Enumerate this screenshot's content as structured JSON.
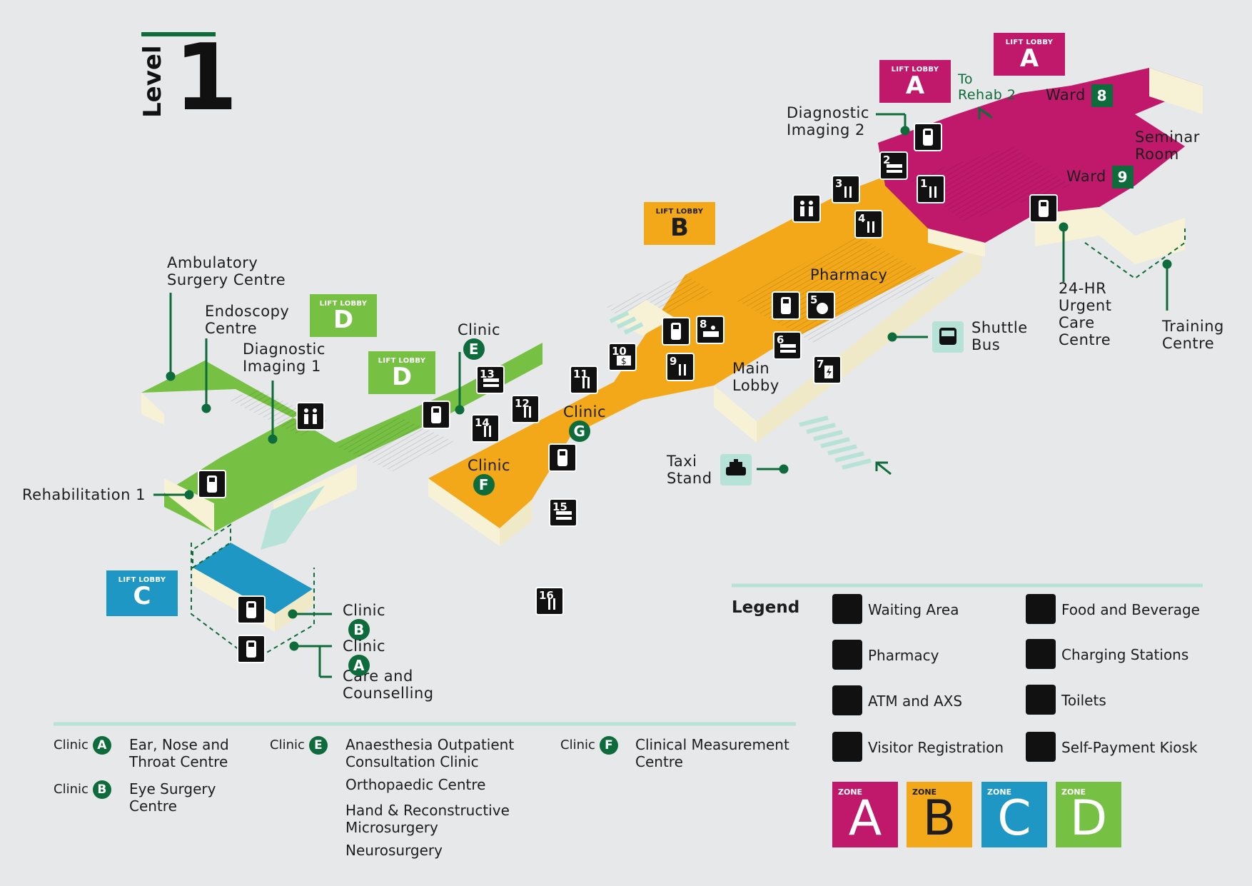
{
  "level": {
    "word": "Level",
    "number": "1"
  },
  "colors": {
    "zone_a": "#c0196b",
    "zone_b": "#f2a818",
    "zone_c": "#1f97c4",
    "zone_d": "#76c043",
    "accent_green": "#0e6b3b",
    "background": "#e7e8e9"
  },
  "lift_lobbies": [
    {
      "title": "LIFT LOBBY",
      "letter": "A"
    },
    {
      "title": "LIFT LOBBY",
      "letter": "A"
    },
    {
      "title": "LIFT LOBBY",
      "letter": "B"
    },
    {
      "title": "LIFT LOBBY",
      "letter": "D"
    },
    {
      "title": "LIFT LOBBY",
      "letter": "D"
    },
    {
      "title": "LIFT LOBBY",
      "letter": "C"
    }
  ],
  "places": {
    "diagnostic_imaging_2": [
      "Diagnostic",
      "Imaging 2"
    ],
    "to_rehab_2": [
      "To",
      "Rehab 2"
    ],
    "ward_8": {
      "label": "Ward",
      "num": "8"
    },
    "ward_9": {
      "label": "Ward",
      "num": "9"
    },
    "seminar_room": [
      "Seminar",
      "Room"
    ],
    "pharmacy": "Pharmacy",
    "main_lobby": [
      "Main",
      "Lobby"
    ],
    "urgent_care": [
      "24-HR",
      "Urgent",
      "Care",
      "Centre"
    ],
    "training_centre": [
      "Training",
      "Centre"
    ],
    "shuttle_bus": [
      "Shuttle",
      "Bus"
    ],
    "taxi_stand": [
      "Taxi",
      "Stand"
    ],
    "ambulatory": [
      "Ambulatory",
      "Surgery Centre"
    ],
    "endoscopy": [
      "Endoscopy",
      "Centre"
    ],
    "diagnostic_imaging_1": [
      "Diagnostic",
      "Imaging 1"
    ],
    "rehabilitation_1": "Rehabilitation 1",
    "care_counselling": [
      "Care and",
      "Counselling"
    ]
  },
  "clinics": {
    "word": "Clinic",
    "e": "E",
    "g": "G",
    "f": "F",
    "b": "B",
    "a": "A"
  },
  "poi_numbers": [
    "1",
    "2",
    "3",
    "4",
    "5",
    "6",
    "7",
    "8",
    "9",
    "10",
    "11",
    "12",
    "13",
    "14",
    "15",
    "16"
  ],
  "legend": {
    "title": "Legend",
    "items": [
      {
        "label": "Waiting Area",
        "icon": "bench-icon"
      },
      {
        "label": "Food and Beverage",
        "icon": "food-icon"
      },
      {
        "label": "Pharmacy",
        "icon": "pills-icon"
      },
      {
        "label": "Charging Stations",
        "icon": "charging-icon"
      },
      {
        "label": "ATM and AXS",
        "icon": "atm-icon"
      },
      {
        "label": "Toilets",
        "icon": "toilet-icon"
      },
      {
        "label": "Visitor Registration",
        "icon": "registration-icon"
      },
      {
        "label": "Self-Payment Kiosk",
        "icon": "kiosk-icon"
      }
    ],
    "zones": [
      {
        "word": "ZONE",
        "letter": "A"
      },
      {
        "word": "ZONE",
        "letter": "B"
      },
      {
        "word": "ZONE",
        "letter": "C"
      },
      {
        "word": "ZONE",
        "letter": "D"
      }
    ]
  },
  "footer": {
    "clinic_a": {
      "tag": "Clinic",
      "letter": "A",
      "lines": [
        "Ear, Nose and",
        "Throat Centre"
      ]
    },
    "clinic_b": {
      "tag": "Clinic",
      "letter": "B",
      "lines": [
        "Eye Surgery",
        "Centre"
      ]
    },
    "clinic_e": {
      "tag": "Clinic",
      "letter": "E",
      "lines": [
        "Anaesthesia Outpatient",
        "Consultation Clinic"
      ],
      "extra": [
        "Orthopaedic Centre",
        "Hand & Reconstructive",
        "Microsurgery",
        "Neurosurgery"
      ]
    },
    "clinic_f": {
      "tag": "Clinic",
      "letter": "F",
      "lines": [
        "Clinical Measurement",
        "Centre"
      ]
    }
  }
}
